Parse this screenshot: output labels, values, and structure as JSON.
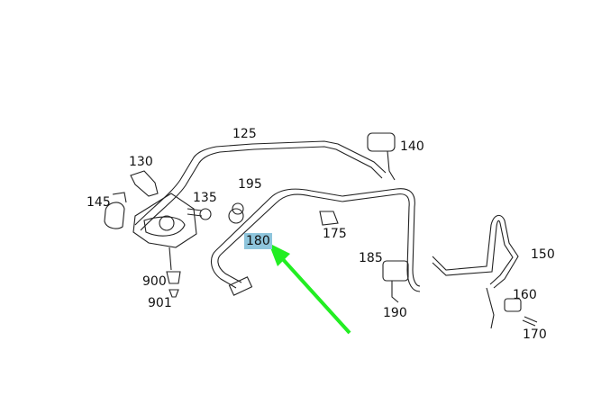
{
  "labels": {
    "p125": "125",
    "p130": "130",
    "p140": "140",
    "p145": "145",
    "p135": "135",
    "p195": "195",
    "p180": "180",
    "p175": "175",
    "p185": "185",
    "p150": "150",
    "p900": "900",
    "p901": "901",
    "p160": "160",
    "p190": "190",
    "p170": "170"
  },
  "highlight": {
    "part": "180",
    "color": "#8ec5dc",
    "arrow_color": "#22ee22"
  }
}
